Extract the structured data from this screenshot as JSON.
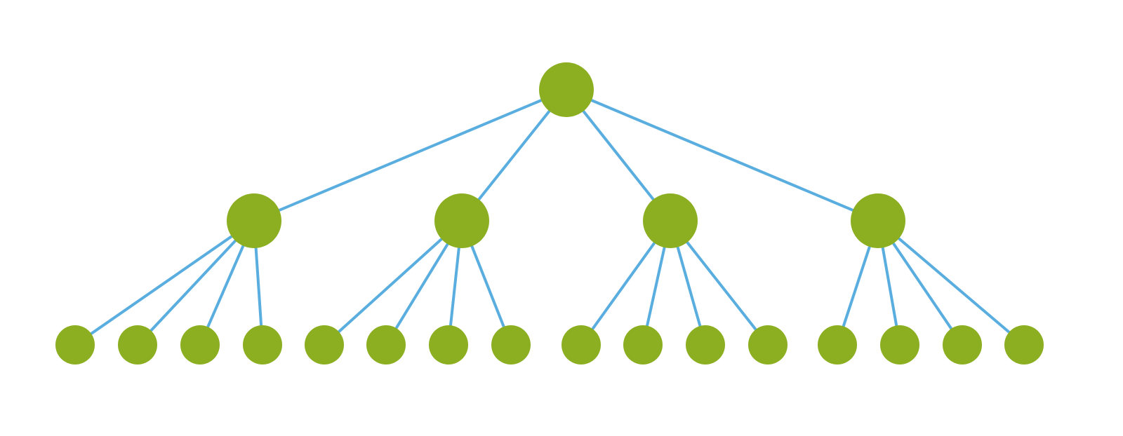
{
  "diagram": {
    "type": "tree",
    "colors": {
      "node": "#8CAF22",
      "edge": "#5AAEDF",
      "background": "#FFFFFF"
    },
    "root": {
      "id": "root",
      "children": [
        {
          "id": "a",
          "children": [
            {
              "id": "a1"
            },
            {
              "id": "a2"
            },
            {
              "id": "a3"
            },
            {
              "id": "a4"
            }
          ]
        },
        {
          "id": "b",
          "children": [
            {
              "id": "b1"
            },
            {
              "id": "b2"
            },
            {
              "id": "b3"
            },
            {
              "id": "b4"
            }
          ]
        },
        {
          "id": "c",
          "children": [
            {
              "id": "c1"
            },
            {
              "id": "c2"
            },
            {
              "id": "c3"
            },
            {
              "id": "c4"
            }
          ]
        },
        {
          "id": "d",
          "children": [
            {
              "id": "d1"
            },
            {
              "id": "d2"
            },
            {
              "id": "d3"
            },
            {
              "id": "d4"
            }
          ]
        }
      ]
    }
  }
}
